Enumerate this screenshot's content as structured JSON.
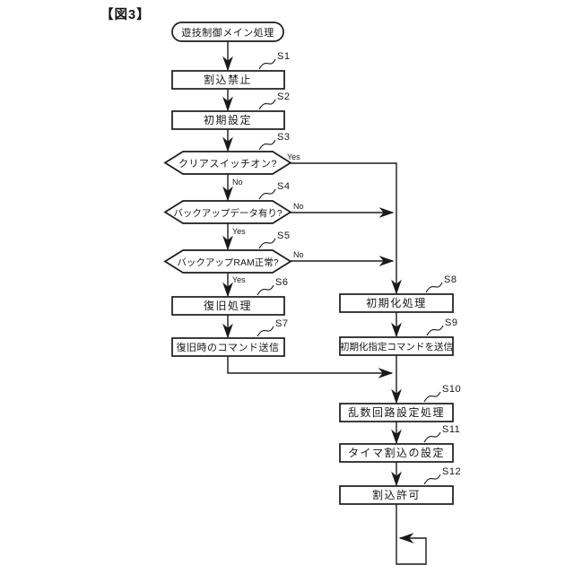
{
  "figure_title": "【図3】",
  "colors": {
    "ink": "#1a1a1a",
    "background": "#ffffff"
  },
  "flow": {
    "start": {
      "label": "遊技制御メイン処理"
    },
    "branch": {
      "yes": "Yes",
      "no": "No"
    },
    "steps": [
      {
        "id": "S1",
        "label": "割込禁止",
        "type": "process"
      },
      {
        "id": "S2",
        "label": "初期設定",
        "type": "process"
      },
      {
        "id": "S3",
        "label": "クリアスイッチオン?",
        "type": "decision"
      },
      {
        "id": "S4",
        "label": "バックアップデータ有り?",
        "type": "decision"
      },
      {
        "id": "S5",
        "label": "バックアップRAM正常?",
        "type": "decision"
      },
      {
        "id": "S6",
        "label": "復旧処理",
        "type": "process"
      },
      {
        "id": "S7",
        "label": "復旧時のコマンド送信",
        "type": "process"
      },
      {
        "id": "S8",
        "label": "初期化処理",
        "type": "process"
      },
      {
        "id": "S9",
        "label": "初期化指定コマンドを送信",
        "type": "process"
      },
      {
        "id": "S10",
        "label": "乱数回路設定処理",
        "type": "process"
      },
      {
        "id": "S11",
        "label": "タイマ割込の設定",
        "type": "process"
      },
      {
        "id": "S12",
        "label": "割込許可",
        "type": "process"
      }
    ]
  }
}
